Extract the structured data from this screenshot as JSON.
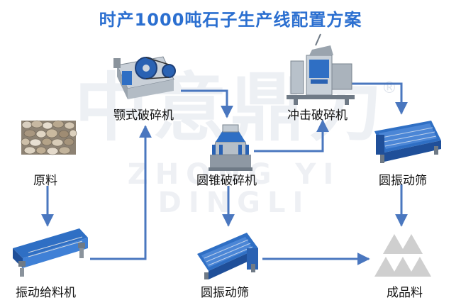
{
  "title": "时产1000吨石子生产线配置方案",
  "watermark": {
    "text": "中意鼎力",
    "sub": "ZHONG YI DINGLI",
    "mark": "®"
  },
  "nodes": {
    "raw": {
      "label": "原料",
      "icon": "pebbles-icon"
    },
    "feeder": {
      "label": "振动给料机",
      "icon": "vibrating-feeder-icon"
    },
    "jaw": {
      "label": "颚式破碎机",
      "icon": "jaw-crusher-icon"
    },
    "cone": {
      "label": "圆锥破碎机",
      "icon": "cone-crusher-icon"
    },
    "screen_bottom": {
      "label": "圆振动筛",
      "icon": "vibrating-screen-icon"
    },
    "impact": {
      "label": "冲击破碎机",
      "icon": "vsi-impact-crusher-icon"
    },
    "screen_top": {
      "label": "圆振动筛",
      "icon": "vibrating-screen-icon"
    },
    "product": {
      "label": "成品料",
      "icon": "stockpile-icon"
    }
  },
  "colors": {
    "accent": "#2b6fd0",
    "arrow": "#4a77bf",
    "machine_blue": "#2f6fc4",
    "steel": "#a9b1ba"
  }
}
